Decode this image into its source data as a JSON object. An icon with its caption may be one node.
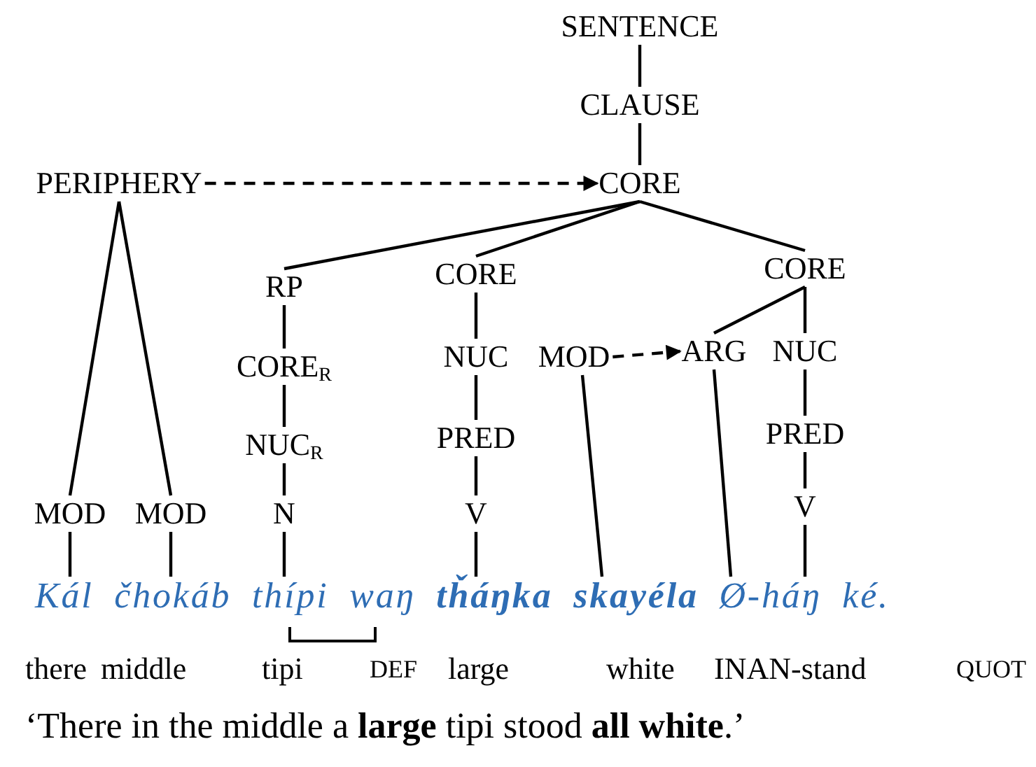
{
  "diagram": {
    "nodes": [
      {
        "text": [
          "SENTENCE"
        ]
      },
      {
        "text": [
          "CLAUSE"
        ]
      },
      {
        "text": [
          "PERIPHERY"
        ]
      },
      {
        "text": [
          "CORE"
        ]
      },
      {
        "text": [
          "RP"
        ]
      },
      {
        "text": [
          "CORE"
        ]
      },
      {
        "text": [
          "CORE"
        ]
      },
      {
        "text": [
          "CORE$_{R}$"
        ]
      },
      {
        "text": [
          "NUC"
        ]
      },
      {
        "text": [
          "MOD"
        ]
      },
      {
        "text": [
          "ARG"
        ]
      },
      {
        "text": [
          "NUC"
        ]
      },
      {
        "text": [
          "NUC$_{R}$"
        ]
      },
      {
        "text": [
          "PRED"
        ]
      },
      {
        "text": [
          "PRED"
        ]
      },
      {
        "text": [
          "MOD"
        ]
      },
      {
        "text": [
          "MOD"
        ]
      },
      {
        "text": [
          "N"
        ]
      },
      {
        "text": [
          "V"
        ]
      },
      {
        "text": [
          "V"
        ]
      },
      {
        "text": [
          "Kál čhokáb thípi waŋ **tȟáŋka skayéla** Ø-háŋ ké."
        ]
      }
    ],
    "edges": [
      {
        "from": 0,
        "to": 1,
        "arrow": "none"
      },
      {
        "from": 1,
        "to": 3,
        "arrow": "none"
      },
      {
        "from": 2,
        "to": 3,
        "arrow": "to",
        "style": "dashed"
      },
      {
        "from": 3,
        "to": 4,
        "arrow": "none"
      },
      {
        "from": 3,
        "to": 5,
        "arrow": "none"
      },
      {
        "from": 3,
        "to": 6,
        "arrow": "none"
      },
      {
        "from": 4,
        "to": 7,
        "arrow": "none"
      },
      {
        "from": 7,
        "to": 12,
        "arrow": "none"
      },
      {
        "from": 12,
        "to": 17,
        "arrow": "none"
      },
      {
        "from": 5,
        "to": 8,
        "arrow": "none"
      },
      {
        "from": 8,
        "to": 13,
        "arrow": "none"
      },
      {
        "from": 13,
        "to": 18,
        "arrow": "none"
      },
      {
        "from": 6,
        "to": 10,
        "arrow": "none"
      },
      {
        "from": 6,
        "to": 11,
        "arrow": "none"
      },
      {
        "from": 11,
        "to": 14,
        "arrow": "none"
      },
      {
        "from": 14,
        "to": 19,
        "arrow": "none"
      },
      {
        "from": 9,
        "to": 10,
        "arrow": "to",
        "style": "dashed"
      },
      {
        "from": 2,
        "to": 15,
        "arrow": "none"
      },
      {
        "from": 2,
        "to": 16,
        "arrow": "none"
      },
      {
        "from": 15,
        "to": 20,
        "arrow": "none"
      },
      {
        "from": 16,
        "to": 20,
        "arrow": "none"
      },
      {
        "from": 17,
        "to": 20,
        "arrow": "none"
      },
      {
        "from": 18,
        "to": 20,
        "arrow": "none"
      },
      {
        "from": 9,
        "to": 20,
        "arrow": "none"
      },
      {
        "from": 10,
        "to": 20,
        "arrow": "none"
      },
      {
        "from": 19,
        "to": 20,
        "arrow": "none"
      }
    ],
    "labels": [
      "there",
      "middle",
      "tipi",
      "DEF",
      "large",
      "white",
      "INAN-stand",
      "QUOT",
      "‘There in the middle a **large** tipi stood **all white**.’"
    ]
  }
}
